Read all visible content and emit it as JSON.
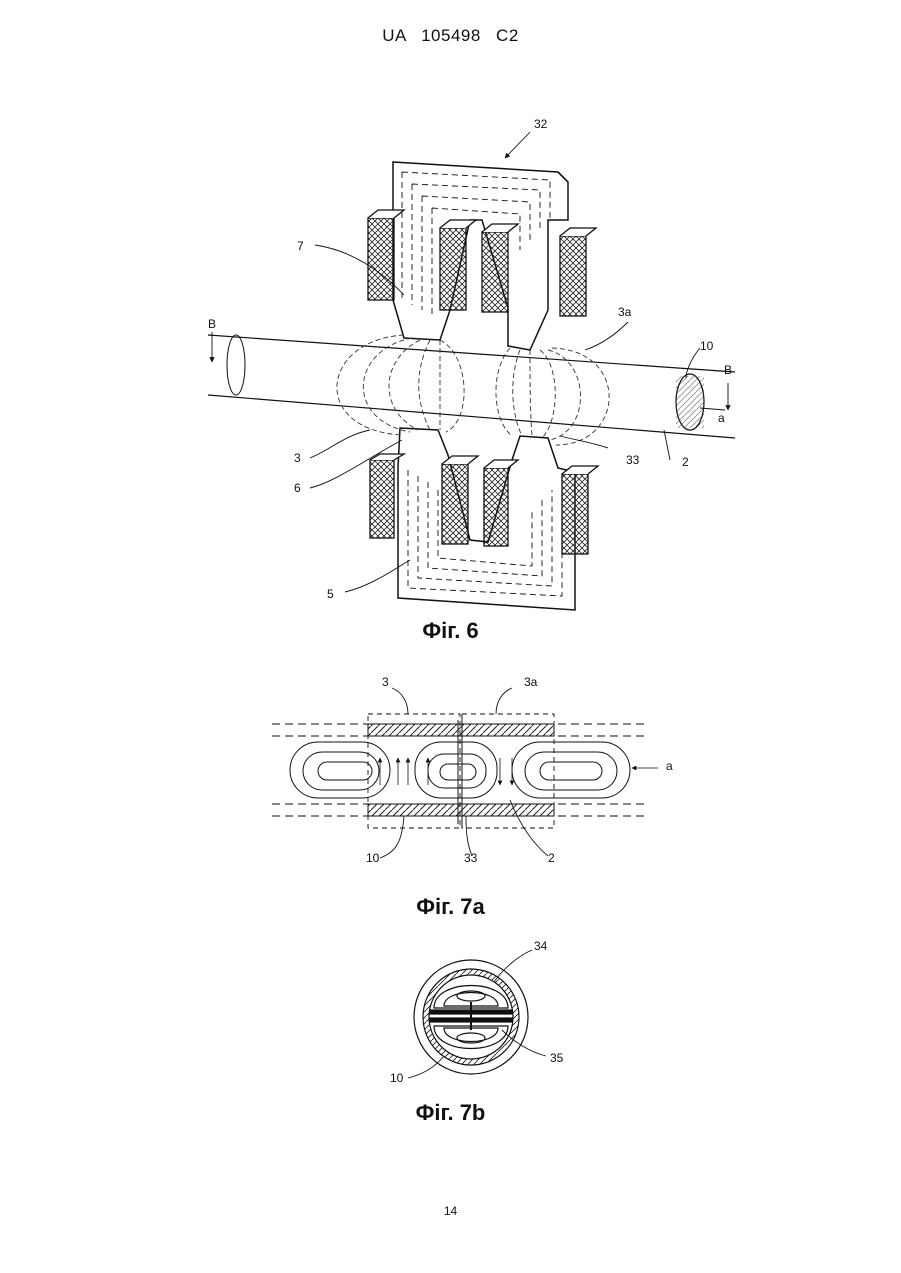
{
  "header": {
    "text": "UA 105498 C2"
  },
  "figures": {
    "fig6": {
      "caption": "Фіг. 6",
      "labels": {
        "l32": "32",
        "l7": "7",
        "l3a": "3a",
        "lB_left": "B",
        "l10": "10",
        "lB_right": "B",
        "la": "a",
        "l3": "3",
        "l6": "6",
        "l33": "33",
        "l2": "2",
        "l5": "5"
      }
    },
    "fig7a": {
      "caption": "Фіг. 7a",
      "labels": {
        "l3": "3",
        "l3a": "3a",
        "la": "a",
        "l10": "10",
        "l33": "33",
        "l2": "2"
      }
    },
    "fig7b": {
      "caption": "Фіг. 7b",
      "labels": {
        "l34": "34",
        "l35": "35",
        "l10": "10"
      }
    }
  },
  "page_number": "14"
}
